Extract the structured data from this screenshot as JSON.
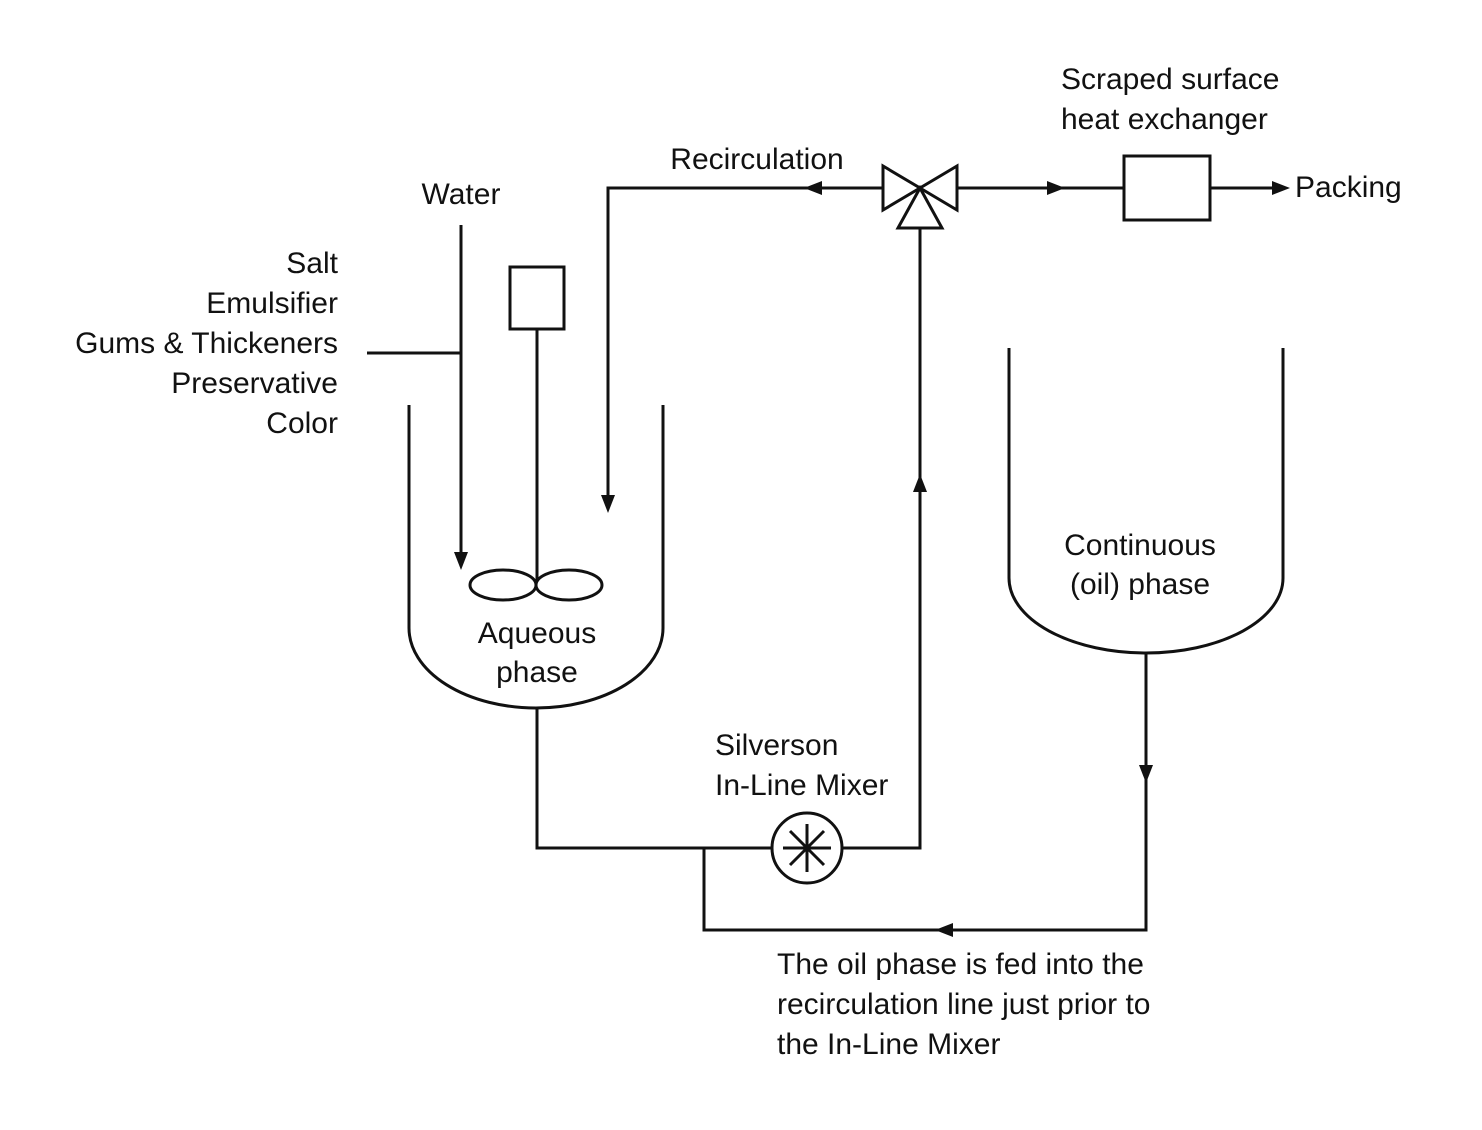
{
  "labels": {
    "water": "Water",
    "ingredients": [
      "Salt",
      "Emulsifier",
      "Gums & Thickeners",
      "Preservative",
      "Color"
    ],
    "recirculation": "Recirculation",
    "heat_exchanger": [
      "Scraped surface",
      "heat exchanger"
    ],
    "packing": "Packing",
    "aqueous_phase": [
      "Aqueous",
      "phase"
    ],
    "continuous_phase": [
      "Continuous",
      "(oil) phase"
    ],
    "mixer": [
      "Silverson",
      "In-Line Mixer"
    ],
    "note": [
      "The oil phase is fed into the",
      "recirculation line just prior to",
      "the In-Line Mixer"
    ]
  }
}
